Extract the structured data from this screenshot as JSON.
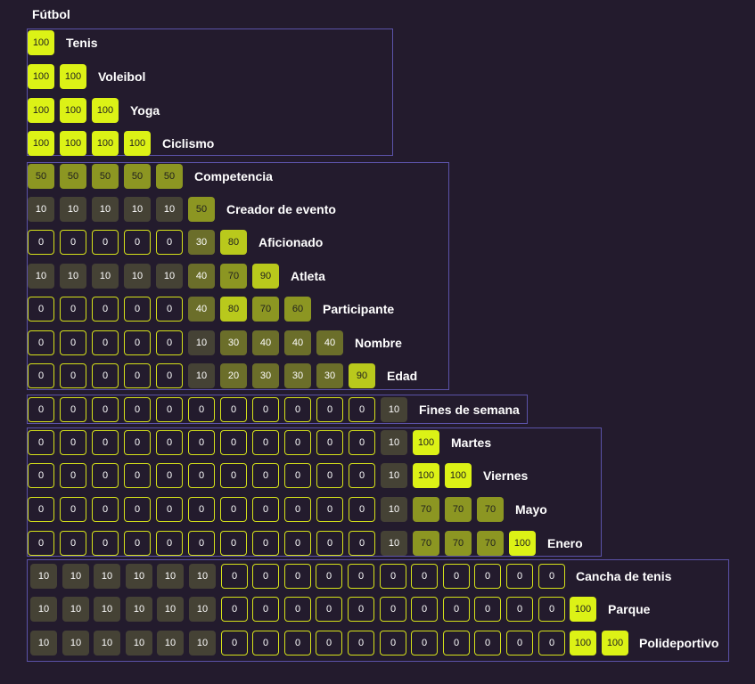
{
  "colors": {
    "background": "#231b2d",
    "group_border": "#5b52a8",
    "zero_outline": "#d6e21a",
    "value_100": "#dcf216",
    "value_high": "#b9c91c",
    "value_mid": "#8c9622",
    "value_low": "#6b6e2a",
    "value_10": "#454235"
  },
  "chart_data": {
    "type": "heatmap",
    "title": "Fútbol",
    "groups": [
      {
        "rows": [
          {
            "label": "Tenis",
            "values": [
              100
            ]
          },
          {
            "label": "Voleibol",
            "values": [
              100,
              100
            ]
          },
          {
            "label": "Yoga",
            "values": [
              100,
              100,
              100
            ]
          },
          {
            "label": "Ciclismo",
            "values": [
              100,
              100,
              100,
              100
            ]
          }
        ]
      },
      {
        "rows": [
          {
            "label": "Competencia",
            "values": [
              50,
              50,
              50,
              50,
              50
            ]
          },
          {
            "label": "Creador de evento",
            "values": [
              10,
              10,
              10,
              10,
              10,
              50
            ]
          },
          {
            "label": "Aficionado",
            "values": [
              0,
              0,
              0,
              0,
              0,
              30,
              80
            ]
          },
          {
            "label": "Atleta",
            "values": [
              10,
              10,
              10,
              10,
              10,
              40,
              70,
              90
            ]
          },
          {
            "label": "Participante",
            "values": [
              0,
              0,
              0,
              0,
              0,
              40,
              80,
              70,
              60
            ]
          },
          {
            "label": "Nombre",
            "values": [
              0,
              0,
              0,
              0,
              0,
              10,
              30,
              40,
              40,
              40
            ]
          },
          {
            "label": "Edad",
            "values": [
              0,
              0,
              0,
              0,
              0,
              10,
              20,
              30,
              30,
              30,
              90
            ]
          }
        ]
      },
      {
        "rows": [
          {
            "label": "Fines de semana",
            "values": [
              0,
              0,
              0,
              0,
              0,
              0,
              0,
              0,
              0,
              0,
              0,
              10
            ]
          }
        ]
      },
      {
        "rows": [
          {
            "label": "Martes",
            "values": [
              0,
              0,
              0,
              0,
              0,
              0,
              0,
              0,
              0,
              0,
              0,
              10,
              100
            ]
          },
          {
            "label": "Viernes",
            "values": [
              0,
              0,
              0,
              0,
              0,
              0,
              0,
              0,
              0,
              0,
              0,
              10,
              100,
              100
            ]
          },
          {
            "label": "Mayo",
            "values": [
              0,
              0,
              0,
              0,
              0,
              0,
              0,
              0,
              0,
              0,
              0,
              10,
              70,
              70,
              70
            ]
          },
          {
            "label": "Enero",
            "values": [
              0,
              0,
              0,
              0,
              0,
              0,
              0,
              0,
              0,
              0,
              0,
              10,
              70,
              70,
              70,
              100
            ]
          }
        ]
      },
      {
        "rows": [
          {
            "label": "Cancha de tenis",
            "values": [
              10,
              10,
              10,
              10,
              10,
              10,
              0,
              0,
              0,
              0,
              0,
              0,
              0,
              0,
              0,
              0,
              0
            ]
          },
          {
            "label": "Parque",
            "values": [
              10,
              10,
              10,
              10,
              10,
              10,
              0,
              0,
              0,
              0,
              0,
              0,
              0,
              0,
              0,
              0,
              0,
              100
            ]
          },
          {
            "label": "Polideportivo",
            "values": [
              10,
              10,
              10,
              10,
              10,
              10,
              0,
              0,
              0,
              0,
              0,
              0,
              0,
              0,
              0,
              0,
              0,
              100,
              100
            ]
          }
        ]
      }
    ]
  }
}
